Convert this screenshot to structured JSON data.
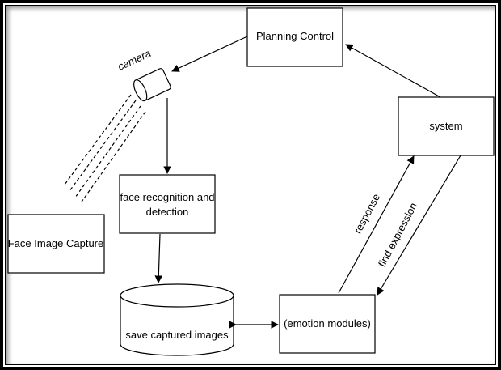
{
  "nodes": {
    "planning_control": "Planning Control",
    "camera": "camera",
    "system": "system",
    "face_recognition_line1": "face recognition and",
    "face_recognition_line2": "detection",
    "face_image_capture": "Face Image Capture",
    "save_captured_images": "save captured images",
    "emotion_modules": "(emotion modules)"
  },
  "edge_labels": {
    "response": "response",
    "find_expression": "find expression"
  }
}
